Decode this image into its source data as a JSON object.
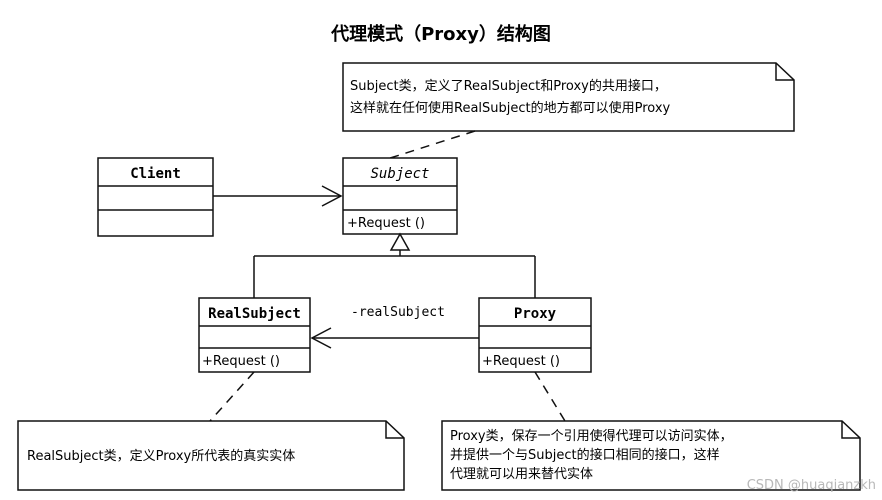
{
  "title": "代理模式（Proxy）结构图",
  "classes": {
    "client": {
      "name": "Client",
      "attributes": "",
      "operations": ""
    },
    "subject": {
      "name": "Subject",
      "abstract": true,
      "attributes": "",
      "operations": "+Request ()"
    },
    "real_subject": {
      "name": "RealSubject",
      "attributes": "",
      "operations": "+Request ()"
    },
    "proxy": {
      "name": "Proxy",
      "attributes": "",
      "operations": "+Request ()"
    }
  },
  "relations": {
    "client_subject": {
      "type": "association"
    },
    "real_subject_subject": {
      "type": "generalization"
    },
    "proxy_subject": {
      "type": "generalization"
    },
    "proxy_real_subject": {
      "type": "association",
      "label": "-realSubject"
    }
  },
  "notes": {
    "subject": {
      "lines": [
        "Subject类，定义了RealSubject和Proxy的共用接口，",
        "这样就在任何使用RealSubject的地方都可以使用Proxy"
      ]
    },
    "real_subject": {
      "lines": [
        "RealSubject类，定义Proxy所代表的真实实体"
      ]
    },
    "proxy": {
      "lines": [
        "Proxy类，保存一个引用使得代理可以访问实体，",
        "并提供一个与Subject的接口相同的接口，这样",
        "代理就可以用来替代实体"
      ]
    }
  },
  "watermark": "CSDN @huaqianzkh"
}
